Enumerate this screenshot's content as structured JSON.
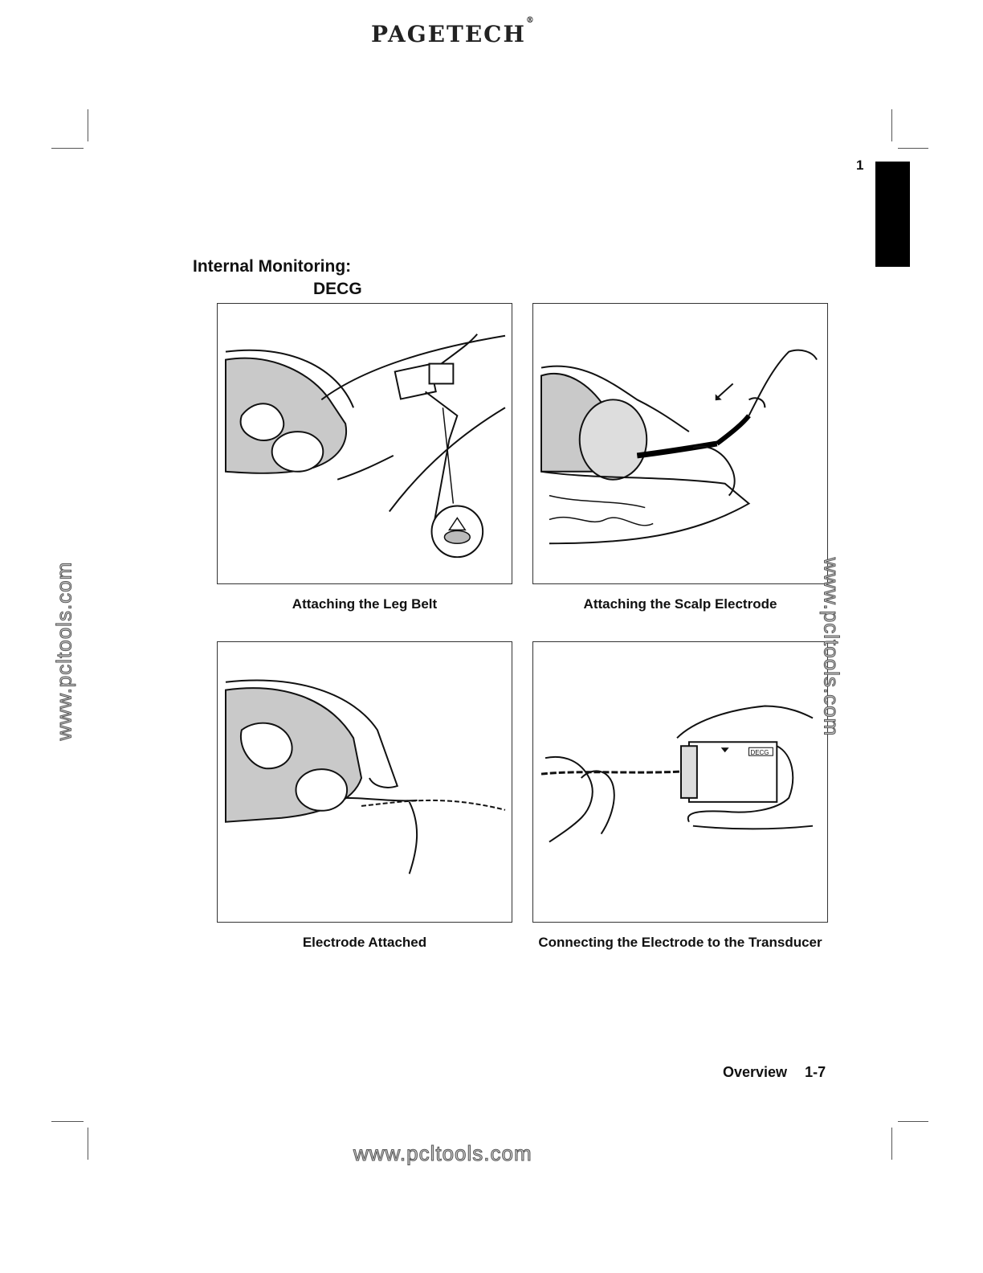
{
  "header": {
    "logo_text": "PAGETECH",
    "logo_mark": "®"
  },
  "tab": {
    "number": "1"
  },
  "heading": {
    "line1": "Internal Monitoring:",
    "line2": "DECG"
  },
  "figures": [
    {
      "caption": "Attaching the Leg Belt",
      "icon": "leg-belt-illustration"
    },
    {
      "caption": "Attaching the Scalp Electrode",
      "icon": "scalp-electrode-illustration"
    },
    {
      "caption": "Electrode Attached",
      "icon": "electrode-attached-illustration"
    },
    {
      "caption": "Connecting the Electrode to the Transducer",
      "icon": "transducer-connection-illustration",
      "label_on_device": "DECG"
    }
  ],
  "footer": {
    "section": "Overview",
    "page": "1-7"
  },
  "watermark": "www.pcltools.com"
}
